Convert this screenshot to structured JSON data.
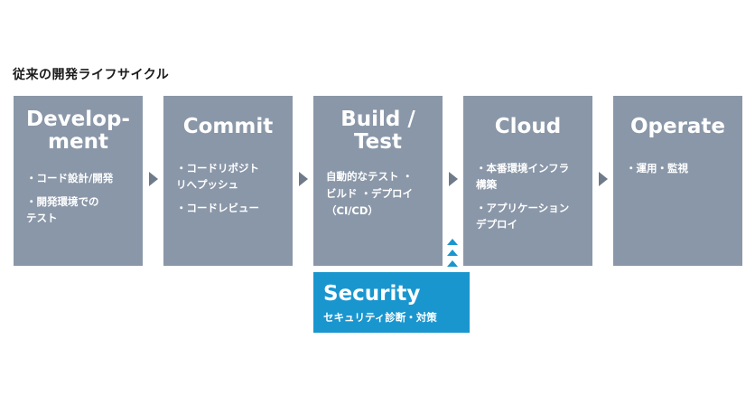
{
  "title": "従来の開発ライフサイクル",
  "stages": [
    {
      "title": "Develop-\nment",
      "items": [
        "・コード設計/開発",
        "・開発環境での\n   テスト"
      ]
    },
    {
      "title": "Commit",
      "items": [
        "・コードリポジト\n   リへプッシュ",
        "・コードレビュー"
      ]
    },
    {
      "title": "Build /\nTest",
      "text": "自動的なテスト ・\nビルド ・デプロイ\n（CI/CD）"
    },
    {
      "title": "Cloud",
      "items": [
        "・本番環境インフラ\n   構築",
        "・アプリケーション\n   デプロイ"
      ]
    },
    {
      "title": "Operate",
      "items": [
        "・運用・監視"
      ]
    }
  ],
  "security": {
    "title": "Security",
    "subtitle": "セキュリティ診断・対策"
  },
  "colors": {
    "stage": "#8a97a8",
    "security": "#1a96cf",
    "arrow": "#6f7b8b"
  }
}
